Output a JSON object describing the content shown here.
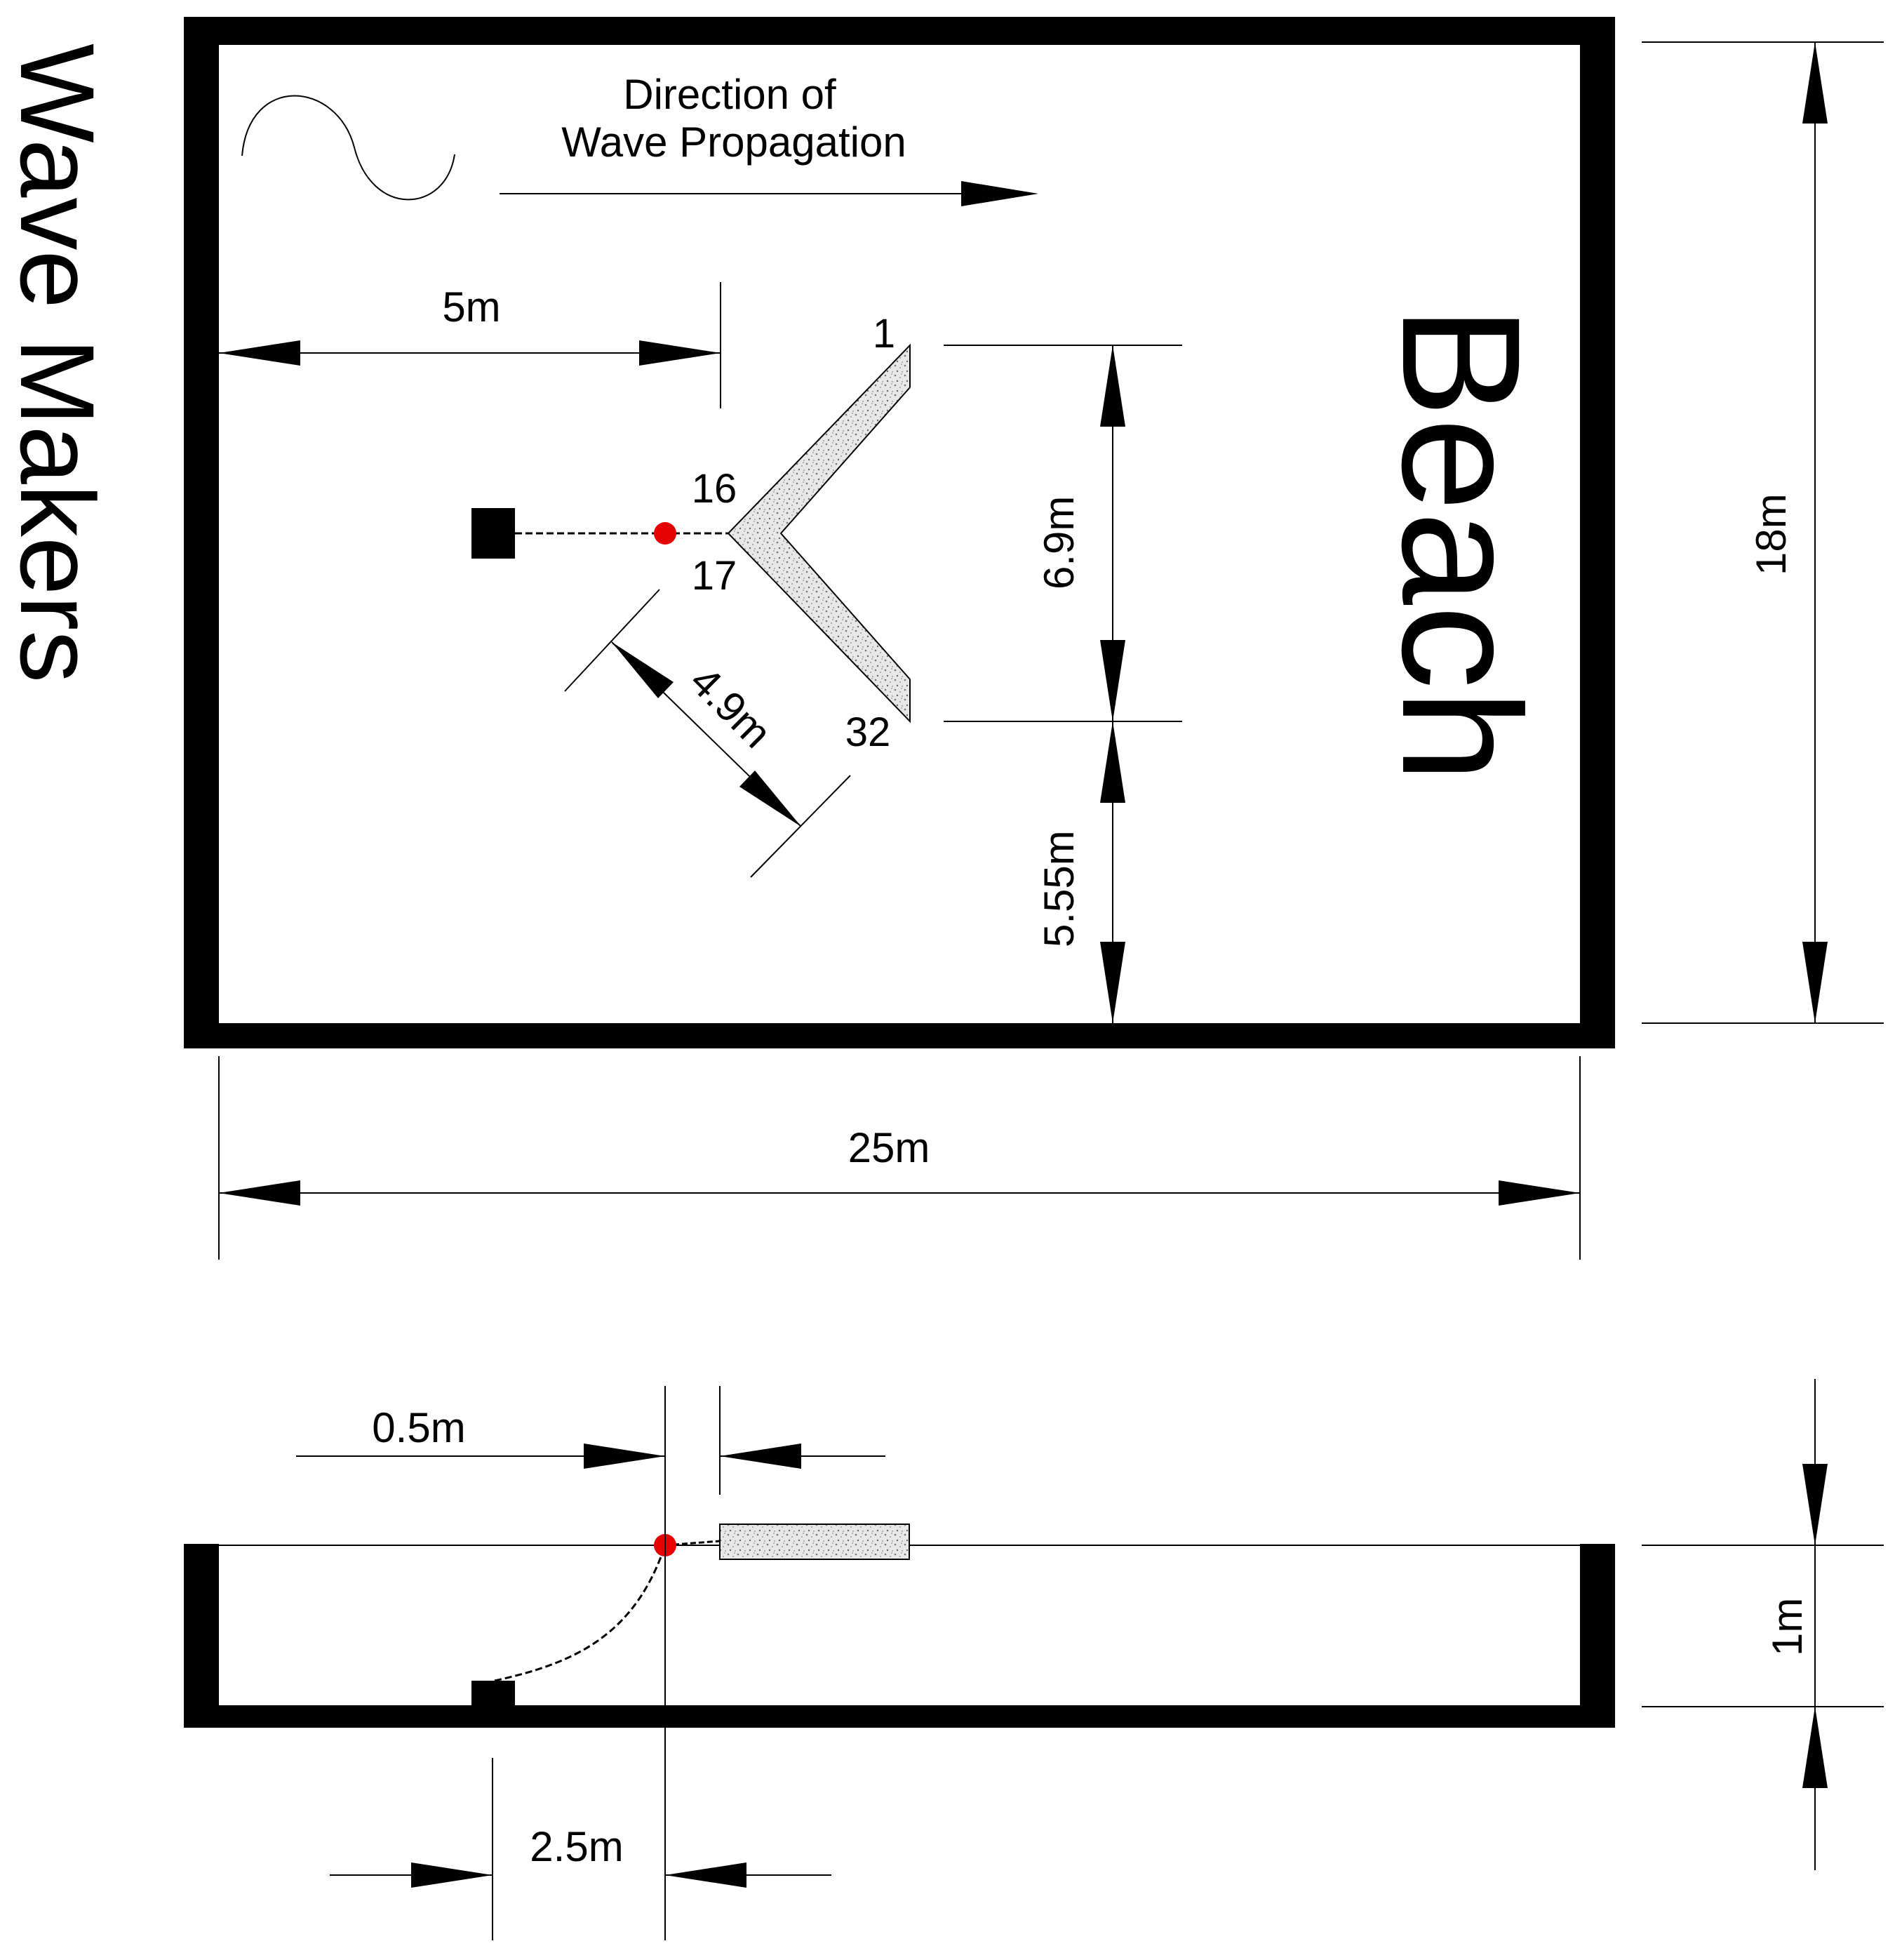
{
  "labels": {
    "wave_makers": "Wave Makers",
    "beach": "Beach",
    "direction_line1": "Direction of",
    "direction_line2": "Wave Propagation"
  },
  "dimensions": {
    "dist_wavemaker": "5m",
    "arm_span": "6.9m",
    "side_gap": "5.55m",
    "arm_length": "4.9m",
    "basin_width": "18m",
    "basin_length": "25m",
    "mooring_offset": "0.5m",
    "anchor_offset": "2.5m",
    "water_depth": "1m"
  },
  "points": {
    "p1": "1",
    "p16": "16",
    "p17": "17",
    "p32": "32"
  },
  "colors": {
    "mooring_point": "#e60000",
    "structure_fill": "#e6e6e6",
    "walls": "#000000"
  }
}
